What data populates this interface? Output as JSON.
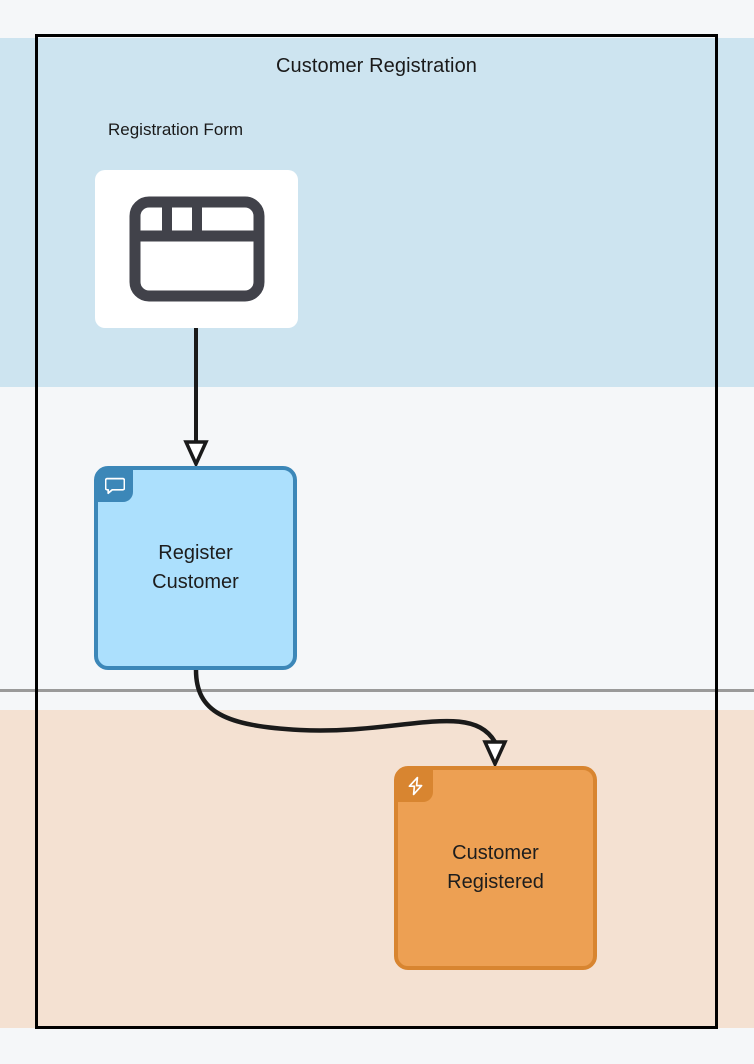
{
  "diagram": {
    "type": "bpmn-process-lane-diagram",
    "pool": {
      "title": "Customer Registration",
      "border_color": "#000000"
    },
    "lanes": [
      {
        "name": "top-lane",
        "fill": "#cde4f0"
      },
      {
        "name": "middle-lane",
        "fill": "#f5f7f9"
      },
      {
        "name": "bottom-lane",
        "fill": "#f4e1d2"
      }
    ],
    "canvas_background": "#f5f7f9",
    "divider_color": "#9a9a9a"
  },
  "artifacts": [
    {
      "id": "registration-form",
      "label": "Registration Form",
      "icon": "browser-window-icon",
      "tile_fill": "#ffffff",
      "icon_color": "#41424a"
    }
  ],
  "nodes": [
    {
      "id": "register-customer",
      "label": "Register\nCustomer",
      "kind": "task",
      "badge_icon": "message-bubble-icon",
      "fill": "#ace0fd",
      "stroke": "#3c87b8",
      "text_color": "#1d1d1d"
    },
    {
      "id": "customer-registered",
      "label": "Customer\nRegistered",
      "kind": "event",
      "badge_icon": "lightning-bolt-icon",
      "fill": "#eda053",
      "stroke": "#d88530",
      "text_color": "#1d1d1d"
    }
  ],
  "connectors": [
    {
      "id": "form-to-task",
      "from": "registration-form",
      "to": "register-customer",
      "style": "straight",
      "arrowhead": "open-triangle",
      "color": "#1a1a1a"
    },
    {
      "id": "task-to-event",
      "from": "register-customer",
      "to": "customer-registered",
      "style": "curved",
      "arrowhead": "open-triangle",
      "color": "#1a1a1a"
    }
  ]
}
